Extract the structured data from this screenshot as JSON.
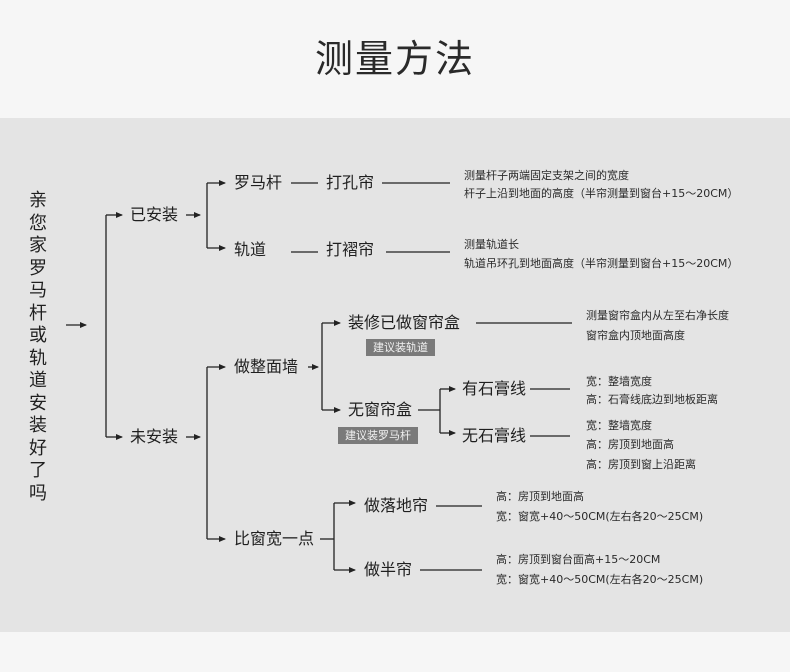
{
  "title": "测量方法",
  "root": "亲您家罗马杆或轨道安装好了吗",
  "installed": {
    "label": "已安装",
    "roman_rod": {
      "label": "罗马杆",
      "method": "打孔帘",
      "notes": [
        "测量杆子两端固定支架之间的宽度",
        "杆子上沿到地面的高度（半帘测量到窗台+15～20CM）"
      ]
    },
    "track": {
      "label": "轨道",
      "method": "打褶帘",
      "notes": [
        "测量轨道长",
        "轨道吊环孔到地面高度（半帘测量到窗台+15～20CM）"
      ]
    }
  },
  "not_installed": {
    "label": "未安装",
    "flush_wall": {
      "label": "做整面墙",
      "with_box": {
        "label": "装修已做窗帘盒",
        "badge": "建议装轨道",
        "notes": [
          "测量窗帘盒内从左至右净长度",
          "窗帘盒内顶地面高度"
        ]
      },
      "no_box": {
        "label": "无窗帘盒",
        "badge": "建议装罗马杆",
        "with_plaster": {
          "label": "有石膏线",
          "notes": [
            "宽：整墙宽度",
            "高：石膏线底边到地板距离"
          ]
        },
        "without_plaster": {
          "label": "无石膏线",
          "notes": [
            "宽：整墙宽度",
            "高：房顶到地面高",
            "高：房顶到窗上沿距离"
          ]
        }
      }
    },
    "wider_than_window": {
      "label": "比窗宽一点",
      "floor_length": {
        "label": "做落地帘",
        "notes": [
          "高：房顶到地面高",
          "宽：窗宽+40～50CM(左右各20～25CM)"
        ]
      },
      "half_length": {
        "label": "做半帘",
        "notes": [
          "高：房顶到窗台面高+15～20CM",
          "宽：窗宽+40～50CM(左右各20～25CM)"
        ]
      }
    }
  }
}
